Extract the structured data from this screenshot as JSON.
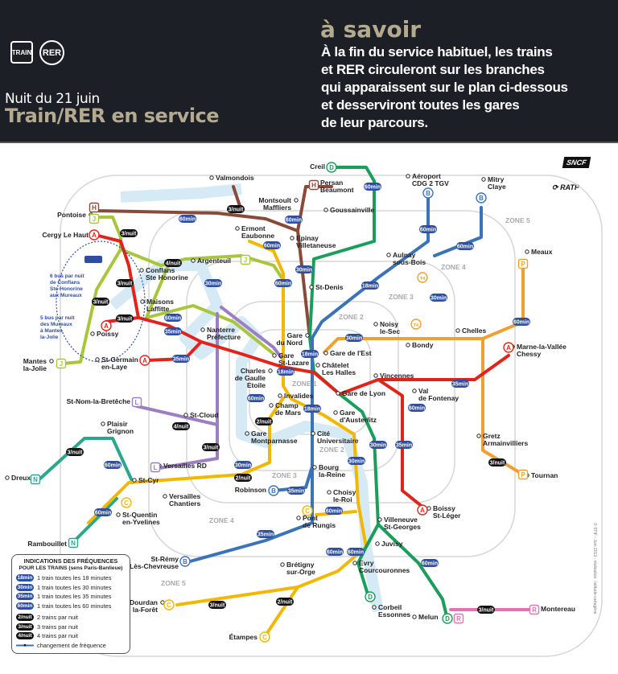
{
  "header": {
    "train_logo": "TRAIN",
    "rer_logo": "RER",
    "subtitle": "Nuit du 21 juin",
    "title": "Train/RER en service",
    "info_title": "à savoir",
    "info_lines": [
      "À la fin du service habituel, les trains",
      "et RER circuleront sur les branches",
      "qui apparaissent sur le plan ci-dessous",
      "et desserviront toutes les gares",
      "de leur parcours."
    ]
  },
  "operators": {
    "sncf": "SNCF",
    "ratp": "RATP"
  },
  "colors": {
    "rer_a": "#e2231a",
    "rer_b": "#3b73b9",
    "rer_c": "#f2b800",
    "rer_d": "#1a9e5b",
    "line_h": "#8a4a3a",
    "line_j": "#a8c63c",
    "line_l": "#9b7fc2",
    "line_n": "#2aa78d",
    "line_p": "#f0a030",
    "line_r": "#e573b4",
    "freq_blue": "#2e4fa0",
    "freq_black": "#111111"
  },
  "stations": [
    [
      "Creil"
    ],
    [
      "Persan",
      "Beaumont"
    ],
    [
      "Valmondois"
    ],
    [
      "Goussainville"
    ],
    [
      "Montsoult",
      "Maffliers"
    ],
    [
      "Aéroport",
      "CDG 2 TGV"
    ],
    [
      "Mitry",
      "Claye"
    ],
    [
      "Pontoise"
    ],
    [
      "Cergy Le Haut"
    ],
    [
      "Ermont",
      "Eaubonne"
    ],
    [
      "Epinay",
      "Villetaneuse"
    ],
    [
      "Argenteuil"
    ],
    [
      "Conflans",
      "Ste Honorine"
    ],
    [
      "Aulnay",
      "sous-Bois"
    ],
    [
      "Meaux"
    ],
    [
      "St-Denis"
    ],
    [
      "Maisons",
      "Laffitte"
    ],
    [
      "Poissy"
    ],
    [
      "Nanterre",
      "Préfecture"
    ],
    [
      "Gare",
      "du Nord"
    ],
    [
      "Noisy",
      "le-Sec"
    ],
    [
      "Chelles"
    ],
    [
      "Bondy"
    ],
    [
      "Marne-la-Vallée",
      "Chessy"
    ],
    [
      "Gare de l'Est"
    ],
    [
      "St-Germain",
      "en-Laye"
    ],
    [
      "Gare",
      "St-Lazare"
    ],
    [
      "Châtelet",
      "Les Halles"
    ],
    [
      "Charles",
      "de Gaulle",
      "Etoile"
    ],
    [
      "Vincennes"
    ],
    [
      "Gare de Lyon"
    ],
    [
      "Invalides"
    ],
    [
      "Val",
      "de Fontenay"
    ],
    [
      "St-Nom-la-Bretêche"
    ],
    [
      "Champ",
      "de Mars"
    ],
    [
      "Gare",
      "d'Austerlitz"
    ],
    [
      "St-Cloud"
    ],
    [
      "Gare",
      "Montparnasse"
    ],
    [
      "Cité",
      "Universitaire"
    ],
    [
      "Plaisir",
      "Grignon"
    ],
    [
      "Gretz",
      "Armainvilliers"
    ],
    [
      "Versailles RD"
    ],
    [
      "Dreux"
    ],
    [
      "Tournan"
    ],
    [
      "Bourg",
      "la-Reine"
    ],
    [
      "St-Cyr"
    ],
    [
      "Robinson"
    ],
    [
      "Versailles",
      "Chantiers"
    ],
    [
      "Choisy",
      "le-Roi"
    ],
    [
      "St-Quentin",
      "en-Yvelines"
    ],
    [
      "Pont",
      "de Rungis"
    ],
    [
      "Boissy",
      "St-Léger"
    ],
    [
      "Villeneuve",
      "St-Georges"
    ],
    [
      "Rambouillet"
    ],
    [
      "Juvisy"
    ],
    [
      "St-Rémy",
      "Lès-Chevreuse"
    ],
    [
      "Brétigny",
      "sur-Orge"
    ],
    [
      "Evry",
      "Courcouronnes"
    ],
    [
      "Corbeil",
      "Essonnes"
    ],
    [
      "Dourdan",
      "la-Forêt"
    ],
    [
      "Montereau"
    ],
    [
      "Melun"
    ],
    [
      "Étampes"
    ],
    [
      "Mantes",
      "la-Jolie"
    ]
  ],
  "zones": [
    "ZONE 5",
    "ZONE 4",
    "ZONE 3",
    "ZONE 2",
    "ZONE 1",
    "ZONE 2",
    "ZONE 3",
    "ZONE 4",
    "ZONE 5"
  ],
  "line_badges": [
    "H",
    "J",
    "A",
    "H",
    "B",
    "B",
    "D",
    "J",
    "A",
    "A",
    "T4",
    "T4",
    "P",
    "A",
    "L",
    "L",
    "C",
    "N",
    "C",
    "P",
    "A",
    "B",
    "N",
    "B",
    "C",
    "D",
    "D",
    "R",
    "R",
    "C",
    "J"
  ],
  "frequency_badges": [
    "60min",
    "3/nuit",
    "60min",
    "60min",
    "3/nuit",
    "60min",
    "4/nuit",
    "30min",
    "60min",
    "30min",
    "3/nuit",
    "3/nuit",
    "3/nuit",
    "60min",
    "35min",
    "18min",
    "30min",
    "60min",
    "60min",
    "60min",
    "30min",
    "18min",
    "18min",
    "35min",
    "35min",
    "60min",
    "18min",
    "60min",
    "2/nuit",
    "4/nuit",
    "3/nuit",
    "30min",
    "35min",
    "30min",
    "3/nuit",
    "60min",
    "30min",
    "2/nuit",
    "35min",
    "60min",
    "60min",
    "35min",
    "60min",
    "60min",
    "60min",
    "3/nuit",
    "3/nuit",
    "2/nuit",
    "3/nuit"
  ],
  "bus_notes": [
    [
      "6 bus par nuit",
      "de Conflans",
      "Ste-Honorine",
      "aux Mureaux"
    ],
    [
      "5 bus par nuit",
      "des Mureaux",
      "à Mantes",
      "la-Jolie"
    ]
  ],
  "legend": {
    "title_1": "INDICATIONS DES FRÉQUENCES",
    "title_2": "POUR LES TRAINS (sens Paris-Banlieue)",
    "items": [
      {
        "pill": "18min",
        "label": "1 train toutes les 18 minutes"
      },
      {
        "pill": "30min",
        "label": "1 train toutes les 30 minutes"
      },
      {
        "pill": "35min",
        "label": "1 train toutes les 35 minutes"
      },
      {
        "pill": "60min",
        "label": "1 train toutes les 60 minutes"
      },
      {
        "pill": "2/nuit",
        "label": "2 trains par nuit"
      },
      {
        "pill": "3/nuit",
        "label": "3 trains par nuit"
      },
      {
        "pill": "4/nuit",
        "label": "4 trains par nuit"
      }
    ],
    "change_label": "changement de fréquence"
  },
  "copyright": "© STIF - Juin 2013 - réalisation : latitude-cartagène"
}
